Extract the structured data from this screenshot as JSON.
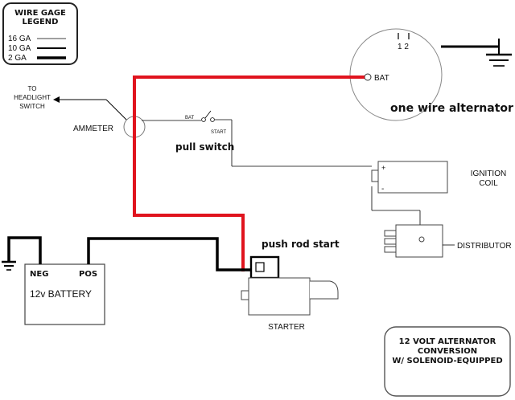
{
  "legend": {
    "title_line1": "WIRE GAGE",
    "title_line2": "LEGEND",
    "rows": [
      {
        "label": "16 GA",
        "weight": "thin"
      },
      {
        "label": "10 GA",
        "weight": "medium"
      },
      {
        "label": "2 GA",
        "weight": "thick"
      }
    ]
  },
  "labels": {
    "to": "TO",
    "headlight": "HEADLIGHT",
    "switch": "SWITCH",
    "ammeter": "AMMETER",
    "bat_small": "BAT",
    "start_small": "START",
    "pull_switch": "pull switch",
    "alt_bat": "BAT",
    "alt_terminals": "1 2",
    "one_wire": "one wire alternator",
    "ignition": "IGNITION",
    "coil": "COIL",
    "plus": "+",
    "minus": "-",
    "distributor": "DISTRIBUTOR",
    "push_rod": "push rod start",
    "neg": "NEG",
    "pos": "POS",
    "battery": "12v BATTERY",
    "starter": "STARTER"
  },
  "title_box": {
    "line1": "12 VOLT ALTERNATOR",
    "line2": "CONVERSION",
    "line3": "W/ SOLENOID-EQUIPPED"
  },
  "colors": {
    "red_wire": "#e0141e",
    "black_wire": "#000000",
    "outline": "#333333"
  }
}
